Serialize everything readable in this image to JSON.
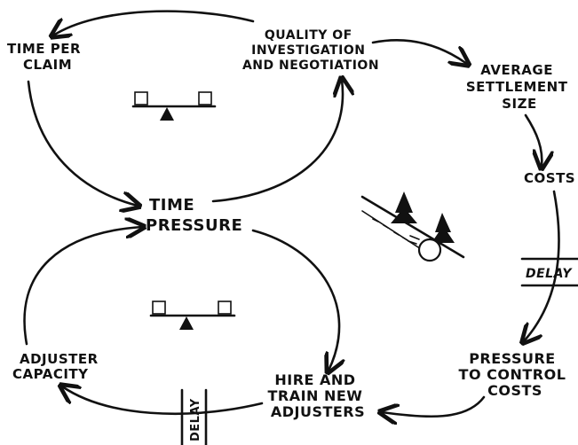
{
  "nodes": {
    "time_per_claim": [
      "TIME PER",
      "CLAIM"
    ],
    "quality": [
      "QUALITY OF",
      "INVESTIGATION",
      "AND NEGOTIATION"
    ],
    "avg_settlement": [
      "AVERAGE",
      "SETTLEMENT",
      "SIZE"
    ],
    "costs": [
      "COSTS"
    ],
    "time_pressure": [
      "TIME",
      "PRESSURE"
    ],
    "pressure_control": [
      "PRESSURE",
      "TO CONTROL",
      "COSTS"
    ],
    "adjuster_capacity": [
      "ADJUSTER",
      "CAPACITY"
    ],
    "hire_train": [
      "HIRE AND",
      "TRAIN NEW",
      "ADJUSTERS"
    ]
  },
  "delays": {
    "right": "DELAY",
    "bottom": "DELAY"
  },
  "icons": [
    "balance-seesaw-icon",
    "balance-seesaw-icon",
    "snowball-hill-icon"
  ]
}
